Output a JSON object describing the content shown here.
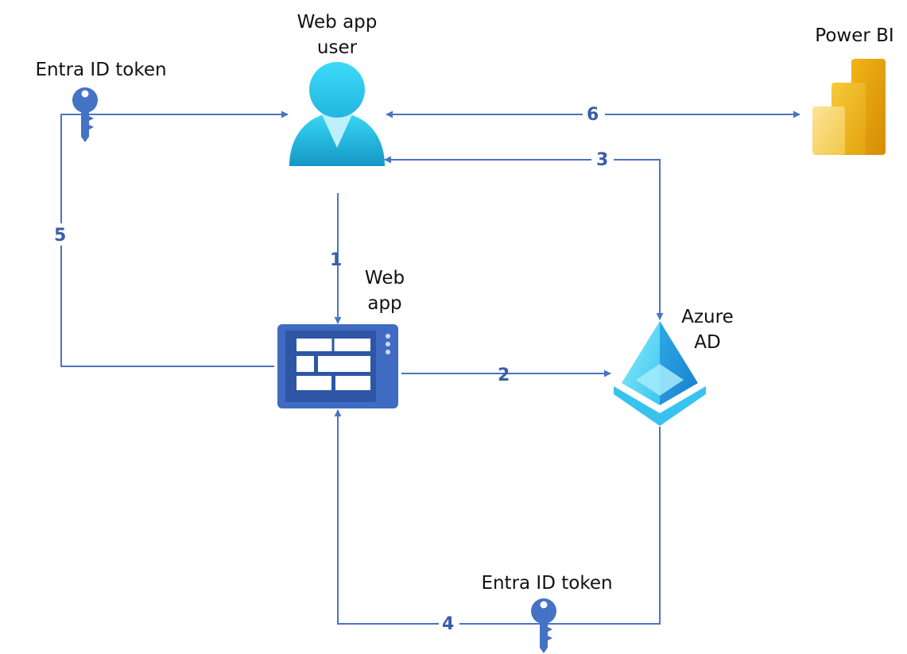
{
  "nodes": {
    "user": {
      "label_line1": "Web app",
      "label_line2": "user",
      "icon": "user-icon"
    },
    "web_app": {
      "label_line1": "Web",
      "label_line2": "app",
      "icon": "web-app-icon"
    },
    "azure_ad": {
      "label_line1": "Azure",
      "label_line2": "AD",
      "icon": "azure-ad-icon"
    },
    "power_bi": {
      "label": "Power BI",
      "icon": "power-bi-icon"
    }
  },
  "tokens": {
    "top": {
      "label": "Entra ID token",
      "icon": "key-icon"
    },
    "bottom": {
      "label": "Entra ID token",
      "icon": "key-icon"
    }
  },
  "steps": {
    "s1": "1",
    "s2": "2",
    "s3": "3",
    "s4": "4",
    "s5": "5",
    "s6": "6"
  },
  "colors": {
    "connector": "#4a74c4",
    "step_number": "#3a5ea8",
    "key": "#4472c4",
    "user_top": "#32d4f5",
    "user_bottom": "#1a9dc6",
    "web_app_frame": "#3f6cc2",
    "azure_ad_light": "#7ee6fb",
    "azure_ad_dark": "#1c90d9",
    "power_bi_dark": "#e8a20d",
    "power_bi_light": "#f9dc7a"
  }
}
